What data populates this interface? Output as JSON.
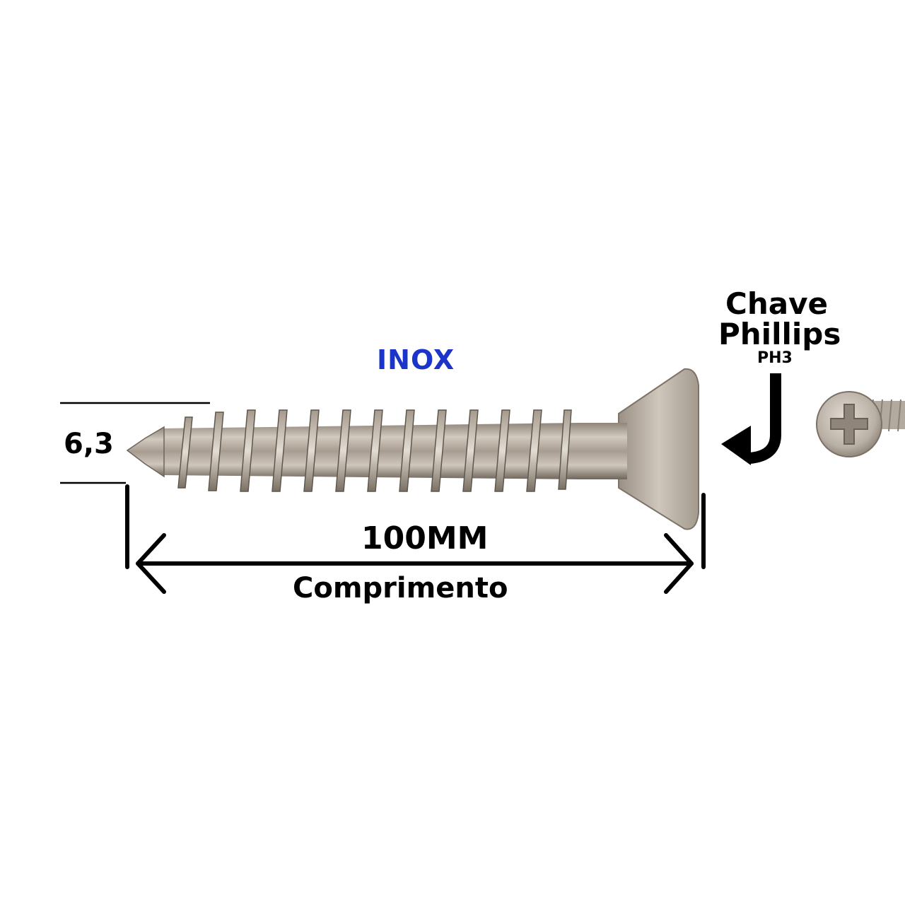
{
  "product": {
    "material": "INOX",
    "diameter": "6,3",
    "length": "100MM",
    "length_caption": "Comprimento",
    "driver_line1": "Chave",
    "driver_line2": "Phillips",
    "driver_size": "PH3"
  },
  "colors": {
    "material_text": "#1c35c8",
    "text": "#000000",
    "steel": "#b5aba1",
    "background": "#ffffff"
  },
  "icons": {
    "screw": "countersunk-screw-illustration",
    "driver_pointer": "curved-arrow-icon",
    "head_detail": "phillips-head-icon",
    "dimension": "dimension-arrow-icon"
  }
}
